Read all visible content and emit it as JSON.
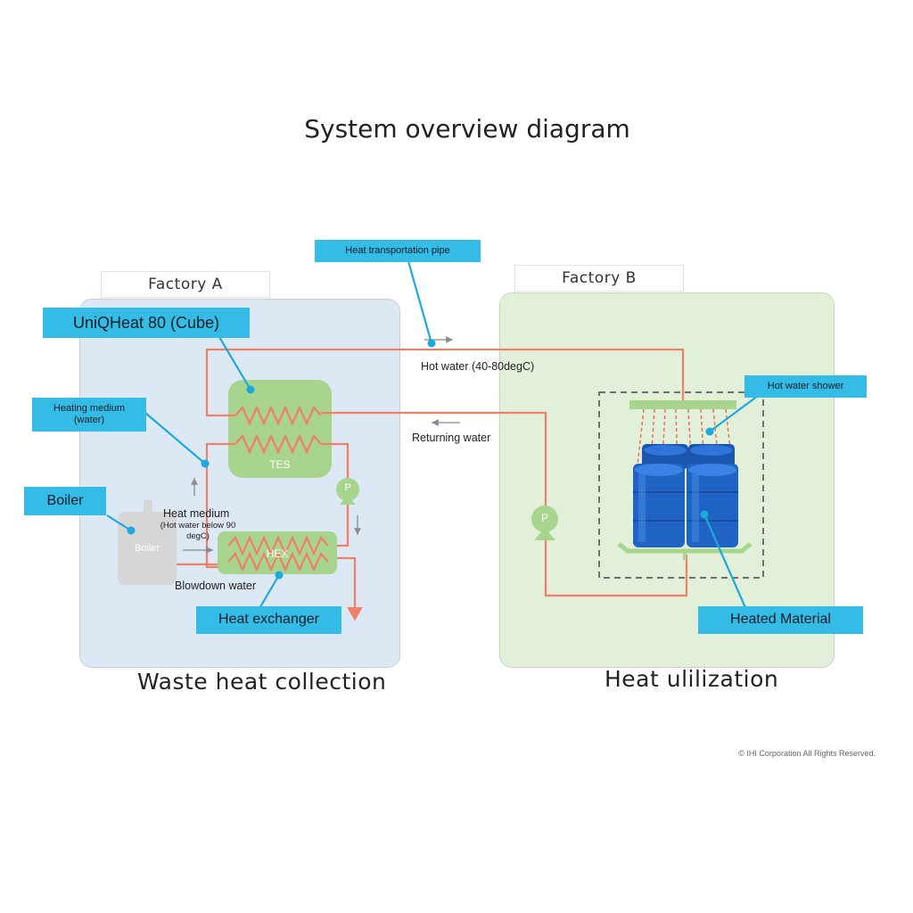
{
  "title": "System overview diagram",
  "factory_a": {
    "label": "Factory A",
    "section_title": "Waste heat collection",
    "callouts": {
      "uniqheat": "UniQHeat 80 (Cube)",
      "heating_medium": "Heating medium\n(water)",
      "boiler": "Boiler",
      "heat_exchanger": "Heat exchanger"
    },
    "components": {
      "tes": "TES",
      "hex": "HEX",
      "boiler": "Boiler",
      "pump": "P"
    },
    "notes": {
      "heat_medium_title": "Heat medium",
      "heat_medium_detail": "(Hot water below 90\ndegC)",
      "blowdown": "Blowdown water"
    }
  },
  "factory_b": {
    "label": "Factory B",
    "section_title": "Heat ulilization",
    "callouts": {
      "hot_water_shower": "Hot water shower",
      "heated_material": "Heated Material"
    },
    "components": {
      "pump": "P"
    }
  },
  "transport": {
    "callout": "Heat transportation pipe",
    "hot_water": "Hot water (40-80degC)",
    "returning_water": "Returning water"
  },
  "copyright": "© IHI Corporation All Rights Reserved.",
  "colors": {
    "pipe": "#f07f68",
    "callout": "#35bce6",
    "component_green": "#a8d58d",
    "panel_a": "#dde8f5",
    "panel_b": "#e2efd9",
    "barrel": "#1f63c4"
  }
}
